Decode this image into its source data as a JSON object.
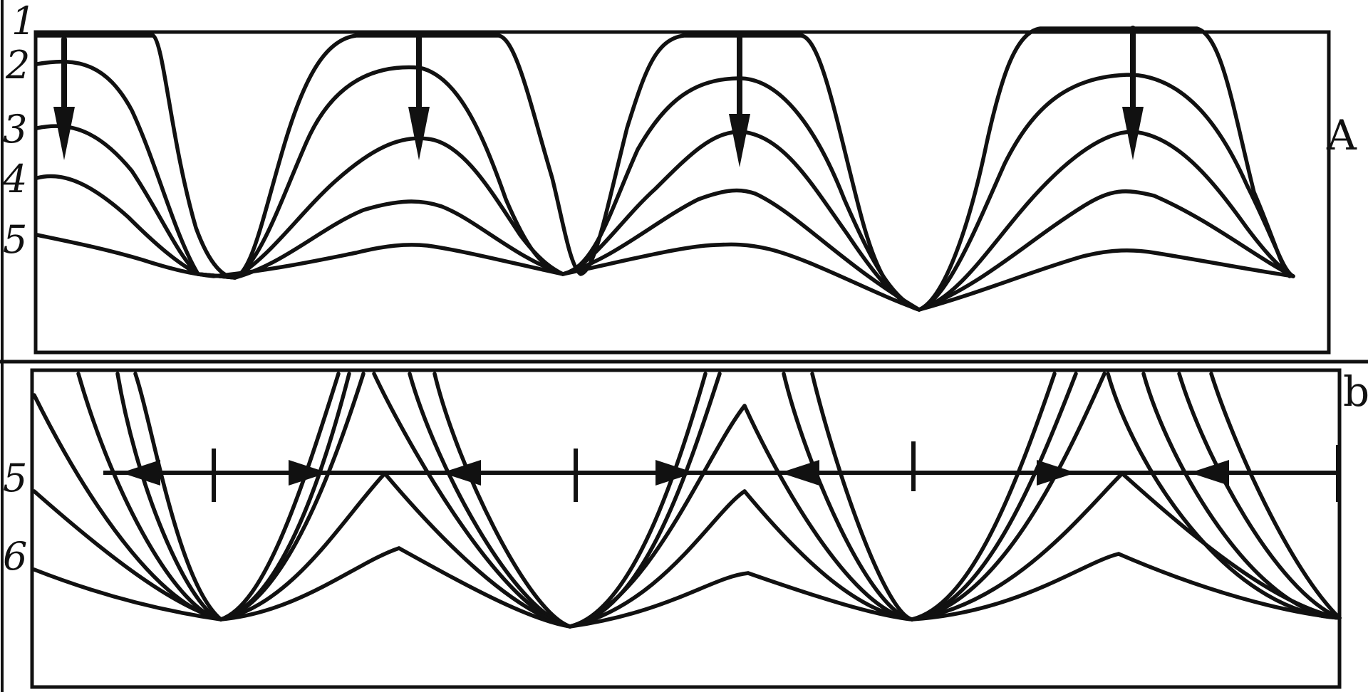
{
  "panels": {
    "top": {
      "label": "A",
      "stage_labels": [
        "1",
        "2",
        "3",
        "4",
        "5"
      ]
    },
    "bottom": {
      "label": "b",
      "stage_labels": [
        "5",
        "6"
      ]
    }
  },
  "colors": {
    "ink": "#111111",
    "paper": "#ffffff"
  }
}
